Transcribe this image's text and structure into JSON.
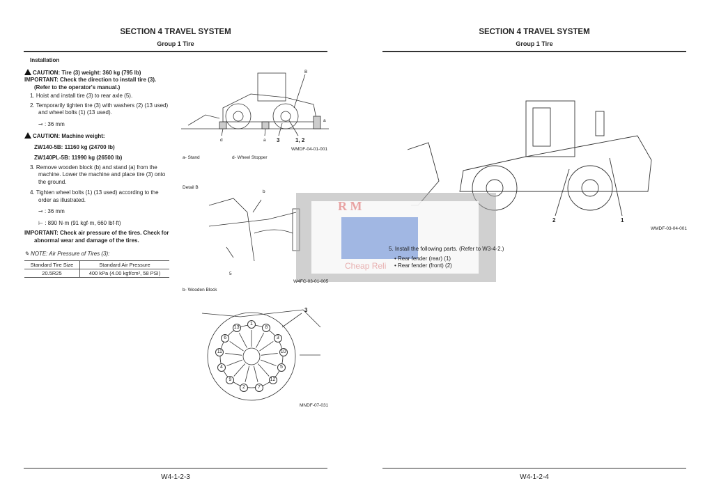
{
  "left": {
    "section": "SECTION 4 TRAVEL SYSTEM",
    "group": "Group 1 Tire",
    "page": "W4-1-2-3",
    "heading": "Installation",
    "caution1": "CAUTION:   Tire (3) weight: 360 kg (795 lb)",
    "important1": "IMPORTANT:   Check the direction to install tire (3).",
    "important1b": "(Refer to the operator's manual.)",
    "step1": "1.  Hoist and install tire (3) to rear axle (5).",
    "step2": "2.  Temporarily tighten tire (3) with washers (2) (13 used) and wheel bolts (1) (13 used).",
    "wrench1": ": 36 mm",
    "caution2": "CAUTION:   Machine weight:",
    "weight1": "ZW140-5B: 11160 kg (24700 lb)",
    "weight2": "ZW140PL-5B: 11990 kg (26500 lb)",
    "step3": "3.  Remove wooden block (b) and stand (a) from the machine. Lower the machine and place tire (3) onto the ground.",
    "step4": "4.  Tighten wheel bolts (1) (13 used) according to the order as illustrated.",
    "wrench2": ": 36 mm",
    "torque": ": 890 N·m (91 kgf·m, 660 lbf·ft)",
    "important2": "IMPORTANT:   Check air pressure of the tires. Check for abnormal wear and damage of the tires.",
    "note": "NOTE:   Air Pressure of Tires (3):",
    "table": {
      "headers": [
        "Standard Tire Size",
        "Standard Air Pressure"
      ],
      "row": [
        "20.5R25",
        "400 kPa (4.00 kgf/cm², 58 PSI)"
      ]
    },
    "fig1": {
      "labels": {
        "B": "B",
        "a": "a",
        "d": "d",
        "n3": "3",
        "n12": "1, 2"
      },
      "code": "WMDF-04-01-001",
      "legend": [
        "a-     Stand",
        "d-     Wheel Stopper"
      ]
    },
    "fig2": {
      "title": "Detail B",
      "labels": {
        "b": "b",
        "n5": "5"
      },
      "code": "W4FC-03-01-005",
      "legend": "b-     Wooden Block"
    },
    "fig3": {
      "label3": "3",
      "bolts": [
        "1",
        "2",
        "3",
        "4",
        "5",
        "6",
        "7",
        "8",
        "9",
        "10",
        "11",
        "12",
        "13"
      ],
      "code": "MNDF-07-031"
    }
  },
  "right": {
    "section": "SECTION 4 TRAVEL SYSTEM",
    "group": "Group 1 Tire",
    "page": "W4-1-2-4",
    "fig": {
      "labels": [
        "2",
        "1"
      ],
      "code": "WMDF-03-04-001"
    },
    "step5": "5.  Install the following parts. (Refer to W3-4-2.)",
    "bullets": [
      "Rear fender (rear) (1)",
      "Rear fender (front) (2)"
    ]
  },
  "watermark": {
    "logo": "R M",
    "text": "Cheap Reli"
  }
}
